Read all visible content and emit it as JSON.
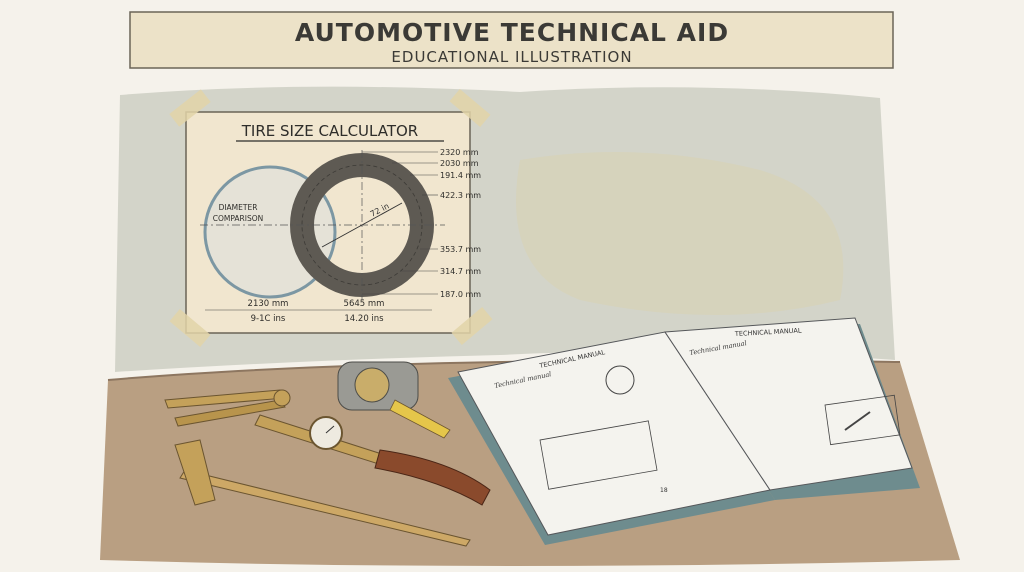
{
  "banner": {
    "title": "AUTOMOTIVE TECHNICAL AID",
    "subtitle": "EDUCATIONAL ILLUSTRATION"
  },
  "poster": {
    "title": "TIRE SIZE CALCULATOR",
    "comparison_label_1": "DIAMETER",
    "comparison_label_2": "COMPARISON",
    "radius_label": "72 in",
    "right_measurements": [
      "2320 mm",
      "2030 mm",
      "191.4 mm",
      "422.3 mm",
      "353.7 mm",
      "314.7 mm",
      "187.0 mm"
    ],
    "bottom_left_mm": "2130 mm",
    "bottom_left_in": "9-1C ins",
    "bottom_right_mm": "5645 mm",
    "bottom_right_in": "14.20 ins"
  },
  "book": {
    "left_header": "TECHNICAL MANUAL",
    "left_heading": "Technical manual",
    "right_header": "TECHNICAL MANUAL",
    "right_heading": "Technical manual",
    "left_page_number": "18"
  },
  "colors": {
    "paper": "#f5f2eb",
    "banner": "#ece2c8",
    "poster": "#f1e6cf",
    "wall": "#c9cbc0",
    "table": "#b99f82",
    "tire": "#5e5a53",
    "brass": "#c4a15a"
  }
}
